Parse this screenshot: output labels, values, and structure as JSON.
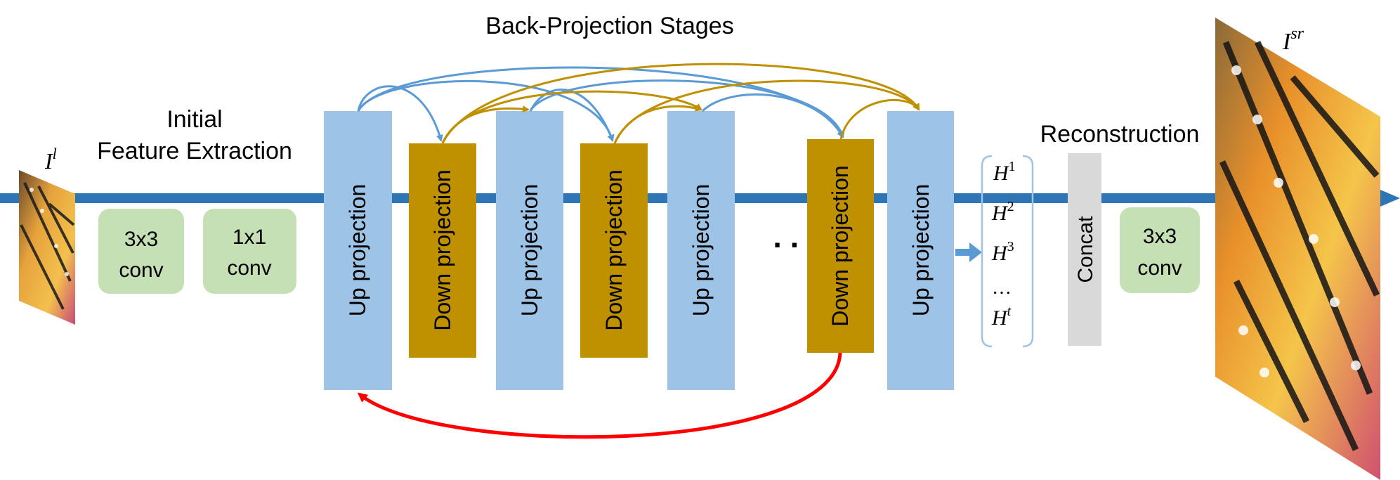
{
  "title": "Back-Projection Stages",
  "sections": {
    "initial": {
      "line1": "Initial",
      "line2": "Feature Extraction"
    },
    "reconstruction": "Reconstruction"
  },
  "input_image": {
    "symbol": "I",
    "superscript": "l"
  },
  "output_image": {
    "symbol": "I",
    "superscript": "sr"
  },
  "blocks": {
    "conv3x3_line1": "3x3",
    "conv3x3_line2": "conv",
    "conv1x1_line1": "1x1",
    "conv1x1_line2": "conv",
    "up": "Up projection",
    "down": "Down projection",
    "concat": "Concat",
    "recon_line1": "3x3",
    "recon_line2": "conv"
  },
  "ellipsis": ". . .",
  "features": [
    {
      "symbol": "H",
      "sup": "1"
    },
    {
      "symbol": "H",
      "sup": "2"
    },
    {
      "symbol": "H",
      "sup": "3"
    },
    {
      "symbol": "…",
      "sup": ""
    },
    {
      "symbol": "H",
      "sup": "t"
    }
  ],
  "colors": {
    "up_block": "#9dc3e6",
    "down_block": "#bf9000",
    "conv_block": "#c5e0b4",
    "concat_block": "#d9d9d9",
    "main_arrow": "#2e75b6",
    "blue_connection": "#5b9bd5",
    "gold_connection": "#bf9000",
    "feedback_arrow": "#ff0000",
    "bracket": "#9dc3e6"
  }
}
